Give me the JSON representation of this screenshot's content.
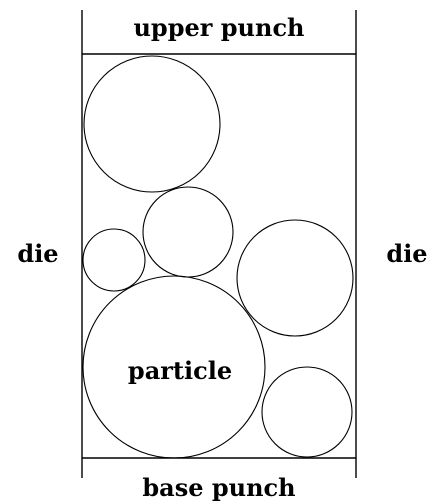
{
  "labels": {
    "upper_punch": "upper punch",
    "base_punch": "base punch",
    "die_left": "die",
    "die_right": "die",
    "particle": "particle"
  },
  "colors": {
    "stroke": "#000000",
    "background": "#ffffff"
  }
}
